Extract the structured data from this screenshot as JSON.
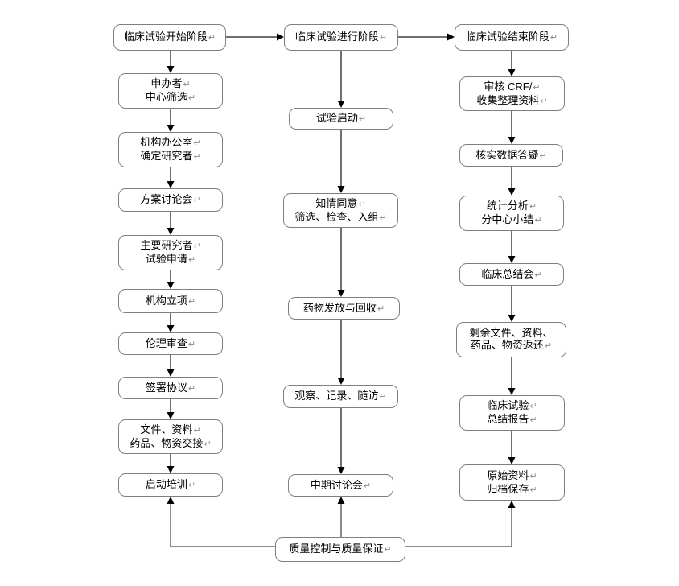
{
  "marks": {
    "paragraph_return": "↵"
  },
  "colors": {
    "background": "#ffffff",
    "box_border": "#7f7f7f",
    "box_fill": "#ffffff",
    "text": "#000000",
    "connector_line": "#404040",
    "qc_connector_line": "#666666",
    "arrowhead": "#000000",
    "paragraph_mark": "#8c8c8c"
  },
  "nodes": {
    "start_phase": {
      "lines": [
        "临床试验开始阶段"
      ]
    },
    "sponsor_site_screening": {
      "lines": [
        "申办者",
        "中心筛选"
      ]
    },
    "office_confirm_investigator": {
      "lines": [
        "机构办公室",
        "确定研究者"
      ]
    },
    "protocol_discussion": {
      "lines": [
        "方案讨论会"
      ]
    },
    "pi_trial_application": {
      "lines": [
        "主要研究者",
        "试验申请"
      ]
    },
    "institution_project": {
      "lines": [
        "机构立项"
      ]
    },
    "ethics_review": {
      "lines": [
        "伦理审查"
      ]
    },
    "sign_agreement": {
      "lines": [
        "签署协议"
      ]
    },
    "materials_handover": {
      "lines": [
        "文件、资料",
        "药品、物资交接"
      ]
    },
    "startup_training": {
      "lines": [
        "启动培训"
      ]
    },
    "ongoing_phase": {
      "lines": [
        "临床试验进行阶段"
      ]
    },
    "trial_start": {
      "lines": [
        "试验启动"
      ]
    },
    "informed_consent": {
      "lines": [
        "知情同意",
        "筛选、检查、入组"
      ]
    },
    "drug_dispense_return": {
      "lines": [
        "药物发放与回收"
      ]
    },
    "observe_record_followup": {
      "lines": [
        "观察、记录、随访"
      ]
    },
    "interim_discussion": {
      "lines": [
        "中期讨论会"
      ]
    },
    "end_phase": {
      "lines": [
        "临床试验结束阶段"
      ]
    },
    "review_crf": {
      "lines": [
        "审核 CRF/",
        "收集整理资料"
      ]
    },
    "verify_data_query": {
      "lines": [
        "核实数据答疑"
      ]
    },
    "stats_subcenter_summary": {
      "lines": [
        "统计分析",
        "分中心小结"
      ]
    },
    "clinical_summary_meeting": {
      "lines": [
        "临床总结会"
      ]
    },
    "return_materials": {
      "lines": [
        "剩余文件、资料、",
        "药品、物资返还"
      ]
    },
    "trial_summary_report": {
      "lines": [
        "临床试验",
        "总结报告"
      ]
    },
    "archive_storage": {
      "lines": [
        "原始资料",
        "归档保存"
      ]
    },
    "qc_qa": {
      "lines": [
        "质量控制与质量保证"
      ]
    }
  }
}
